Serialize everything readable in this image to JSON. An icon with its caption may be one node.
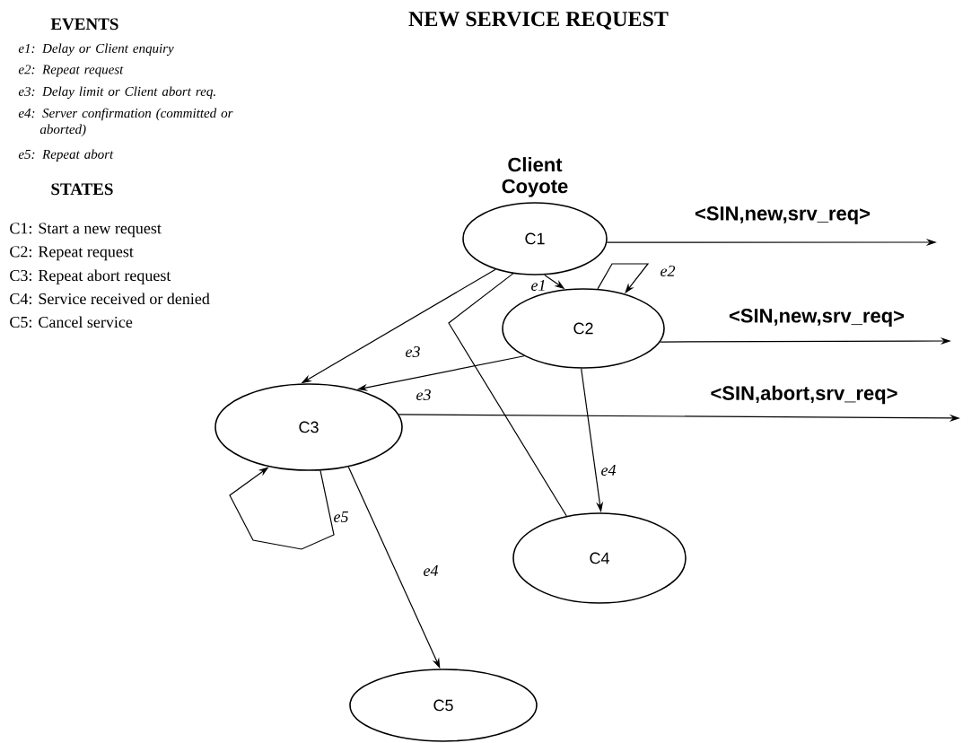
{
  "diagram": {
    "title": "NEW SERVICE REQUEST",
    "nodes": [
      {
        "text": [
          "Client Coyote",
          "C1"
        ]
      },
      {
        "text": [
          "C2"
        ]
      },
      {
        "text": [
          "C3"
        ]
      },
      {
        "text": [
          "C4"
        ]
      },
      {
        "text": [
          "C5"
        ]
      }
    ],
    "edges": [
      {
        "from": 0,
        "to": 1,
        "arrow": "to",
        "label": "e1"
      },
      {
        "from": 1,
        "to": 1,
        "arrow": "to",
        "label": "e2"
      },
      {
        "from": 0,
        "to": 2,
        "arrow": "to",
        "label": "e3"
      },
      {
        "from": 0,
        "to": 3,
        "arrow": "none"
      },
      {
        "from": 1,
        "to": 2,
        "arrow": "to",
        "label": "e3"
      },
      {
        "from": 1,
        "to": 3,
        "arrow": "to",
        "label": "e4"
      },
      {
        "from": 2,
        "to": 2,
        "arrow": "to",
        "label": "e5"
      },
      {
        "from": 2,
        "to": 4,
        "arrow": "to",
        "label": "e4"
      },
      {
        "from": 0,
        "to": null,
        "arrow": "to",
        "label": "<SIN,new,srv_req>"
      },
      {
        "from": 1,
        "to": null,
        "arrow": "to",
        "label": "<SIN,new,srv_req>"
      },
      {
        "from": 2,
        "to": null,
        "arrow": "to",
        "label": "<SIN,abort,srv_req>"
      }
    ],
    "labels": [
      "EVENTS",
      "e1: Delay or  Client enquiry",
      "e2: Repeat request",
      "e3: Delay limit or Client  abort req.",
      "e4: Server confirmation (committed or aborted)",
      "e5: Repeat abort",
      "STATES",
      "C1: Start a new request",
      "C2: Repeat request",
      "C3: Repeat abort request",
      "C4: Service received or denied",
      "C5: Cancel service"
    ]
  }
}
